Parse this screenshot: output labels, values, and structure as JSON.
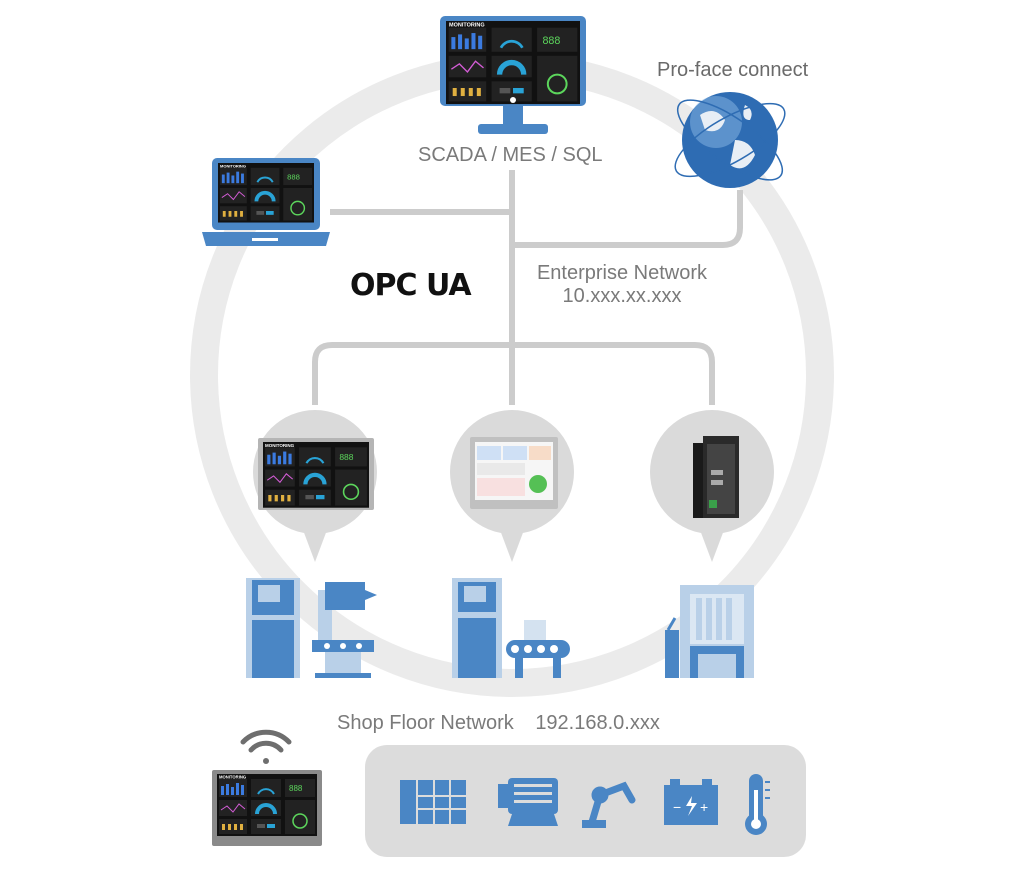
{
  "labels": {
    "scada": "SCADA / MES / SQL",
    "cloud": "Pro-face connect",
    "enterprise_network": "Enterprise Network",
    "enterprise_ip": "10.xxx.xx.xxx",
    "shop_floor_network": "Shop Floor Network",
    "shop_floor_ip": "192.168.0.xxx",
    "protocol_logo": "OPC UA",
    "screen_title": "MONITORING"
  },
  "colors": {
    "device_blue": "#4a86c5",
    "light_blue": "#b9d0e8",
    "ring": "#ebebeb",
    "line": "#cccccc",
    "bubble": "#dadada"
  },
  "icons": [
    "desktop-monitor",
    "laptop",
    "globe",
    "hmi-panel",
    "hmi-panel-light",
    "box-pc",
    "cnc-machine",
    "conveyor-machine",
    "press-machine",
    "wifi",
    "io-module",
    "motor",
    "robot-arm",
    "battery",
    "thermometer"
  ]
}
